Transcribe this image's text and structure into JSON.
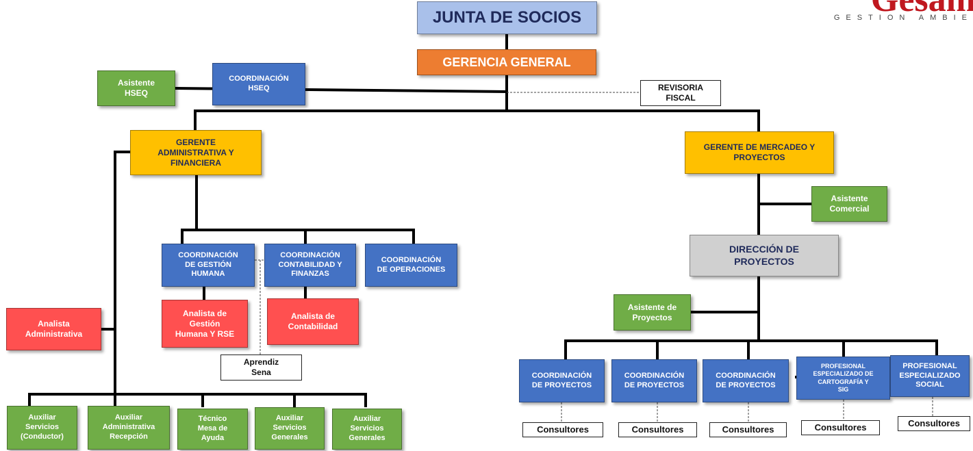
{
  "logo": {
    "name": "Gesam",
    "tagline": "GESTION AMBIE"
  },
  "colors": {
    "blue": "#4472c4",
    "orange": "#ed7d31",
    "yellow": "#ffc000",
    "green": "#70ad47",
    "red": "#ff5050",
    "gray": "#d0d0d0"
  },
  "nodes": {
    "junta": "JUNTA DE SOCIOS",
    "gerencia": "GERENCIA GENERAL",
    "asistente_hseq": "Asistente\nHSEQ",
    "coord_hseq": "COORDINACIÓN\nHSEQ",
    "revisoria": "REVISORIA\nFISCAL",
    "gerente_admin": "GERENTE\nADMINISTRATIVA Y\nFINANCIERA",
    "gerente_mercadeo": "GERENTE DE MERCADEO Y\nPROYECTOS",
    "asistente_comercial": "Asistente\nComercial",
    "direccion_proyectos": "DIRECCIÓN DE\nPROYECTOS",
    "asistente_proyectos": "Asistente de\nProyectos",
    "coord_gestion_humana": "COORDINACIÓN\nDE GESTIÓN\nHUMANA",
    "coord_contabilidad": "COORDINACIÓN\nCONTABILIDAD Y\nFINANZAS",
    "coord_operaciones": "COORDINACIÓN\nDE  OPERACIONES",
    "analista_gestion_humana": "Analista de\nGestión\nHumana Y  RSE",
    "analista_contabilidad": "Analista de\nContabilidad",
    "analista_administrativa": "Analista\nAdministrativa",
    "aprendiz": "Aprendiz\nSena",
    "aux_conductor": "Auxiliar\nServicios\n(Conductor)",
    "aux_recepcion": "Auxiliar\nAdministrativa\nRecepción",
    "tecnico_mesa": "Técnico\nMesa de\nAyuda",
    "aux_generales_1": "Auxiliar\nServicios\nGenerales",
    "aux_generales_2": "Auxiliar\nServicios\nGenerales",
    "coord_proyectos_1": "COORDINACIÓN\nDE PROYECTOS",
    "coord_proyectos_2": "COORDINACIÓN\nDE PROYECTOS",
    "coord_proyectos_3": "COORDINACIÓN\nDE PROYECTOS",
    "prof_cartografia": "PROFESIONAL\nESPECIALIZADO DE\nCARTOGRAFÍA Y\nSIG",
    "prof_social": "PROFESIONAL\nESPECIALIZADO\nSOCIAL",
    "consultores_1": "Consultores",
    "consultores_2": "Consultores",
    "consultores_3": "Consultores",
    "consultores_4": "Consultores",
    "consultores_5": "Consultores"
  }
}
